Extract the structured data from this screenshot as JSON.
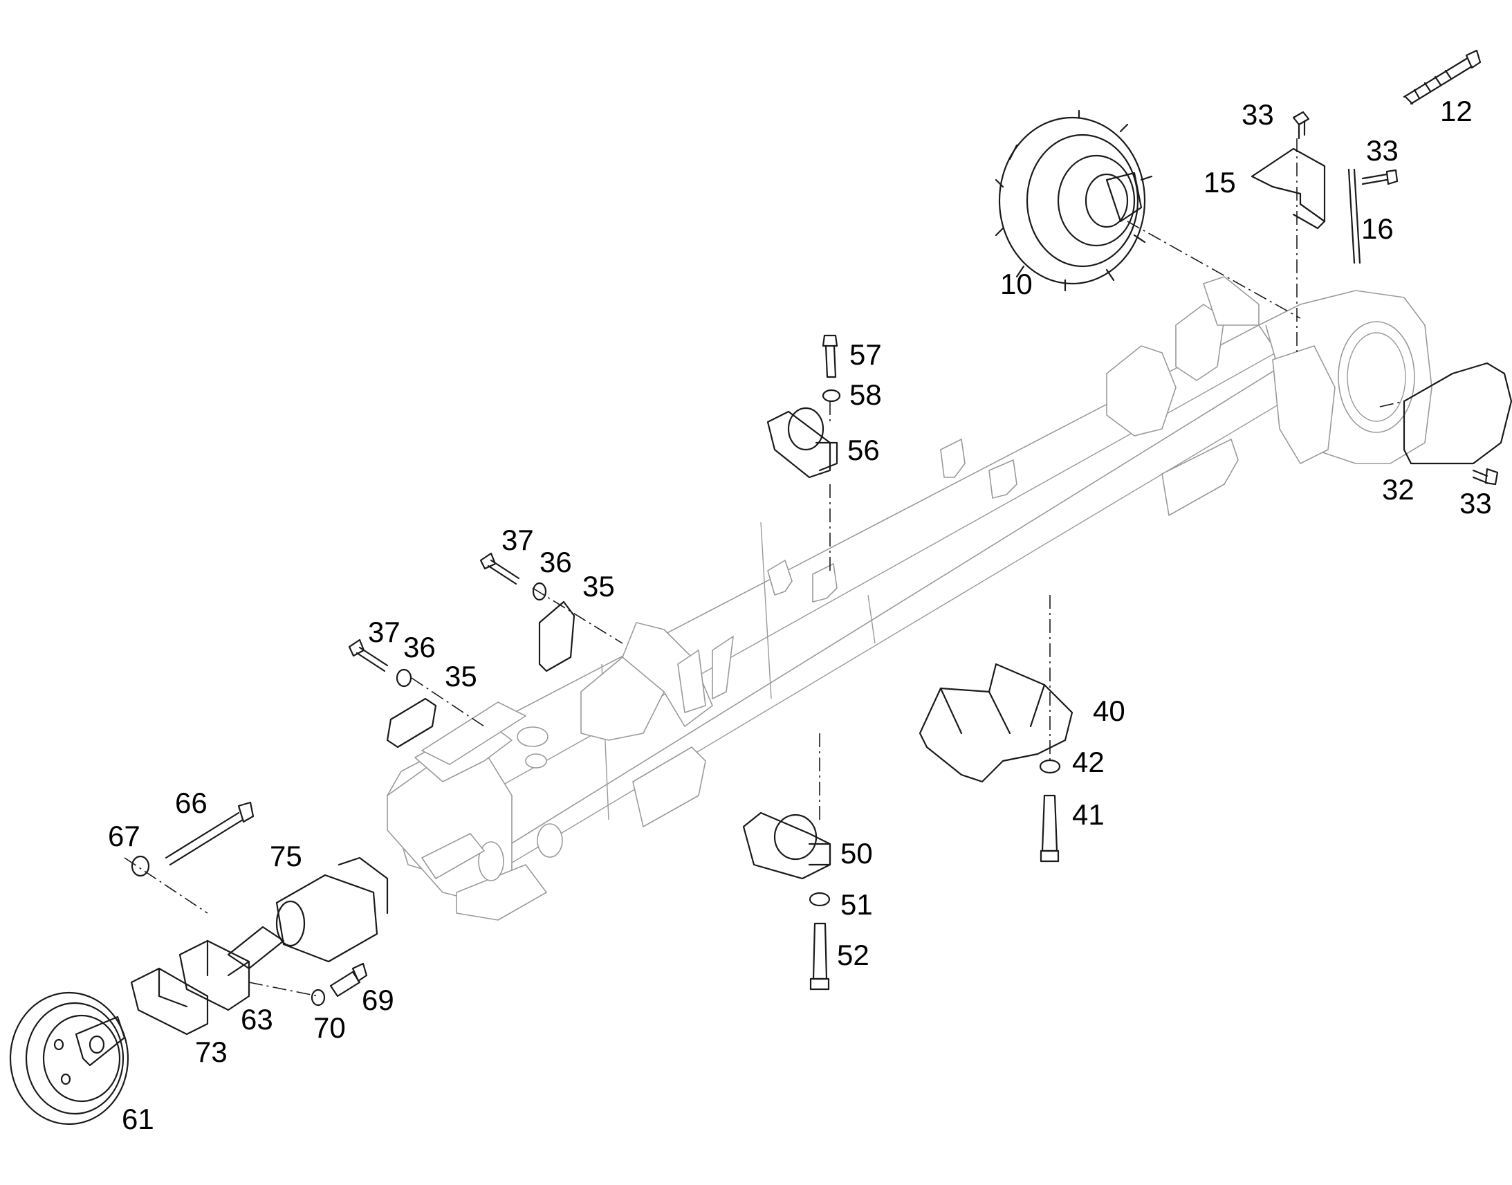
{
  "diagram": {
    "callouts": [
      {
        "id": "c10",
        "label": "10"
      },
      {
        "id": "c12",
        "label": "12"
      },
      {
        "id": "c15",
        "label": "15"
      },
      {
        "id": "c16",
        "label": "16"
      },
      {
        "id": "c32",
        "label": "32"
      },
      {
        "id": "c33a",
        "label": "33"
      },
      {
        "id": "c33b",
        "label": "33"
      },
      {
        "id": "c33c",
        "label": "33"
      },
      {
        "id": "c35a",
        "label": "35"
      },
      {
        "id": "c35b",
        "label": "35"
      },
      {
        "id": "c36a",
        "label": "36"
      },
      {
        "id": "c36b",
        "label": "36"
      },
      {
        "id": "c37a",
        "label": "37"
      },
      {
        "id": "c37b",
        "label": "37"
      },
      {
        "id": "c40",
        "label": "40"
      },
      {
        "id": "c41",
        "label": "41"
      },
      {
        "id": "c42",
        "label": "42"
      },
      {
        "id": "c50",
        "label": "50"
      },
      {
        "id": "c51",
        "label": "51"
      },
      {
        "id": "c52",
        "label": "52"
      },
      {
        "id": "c56",
        "label": "56"
      },
      {
        "id": "c57",
        "label": "57"
      },
      {
        "id": "c58",
        "label": "58"
      },
      {
        "id": "c61",
        "label": "61"
      },
      {
        "id": "c63",
        "label": "63"
      },
      {
        "id": "c66",
        "label": "66"
      },
      {
        "id": "c67",
        "label": "67"
      },
      {
        "id": "c69",
        "label": "69"
      },
      {
        "id": "c70",
        "label": "70"
      },
      {
        "id": "c73",
        "label": "73"
      },
      {
        "id": "c75",
        "label": "75"
      }
    ]
  }
}
